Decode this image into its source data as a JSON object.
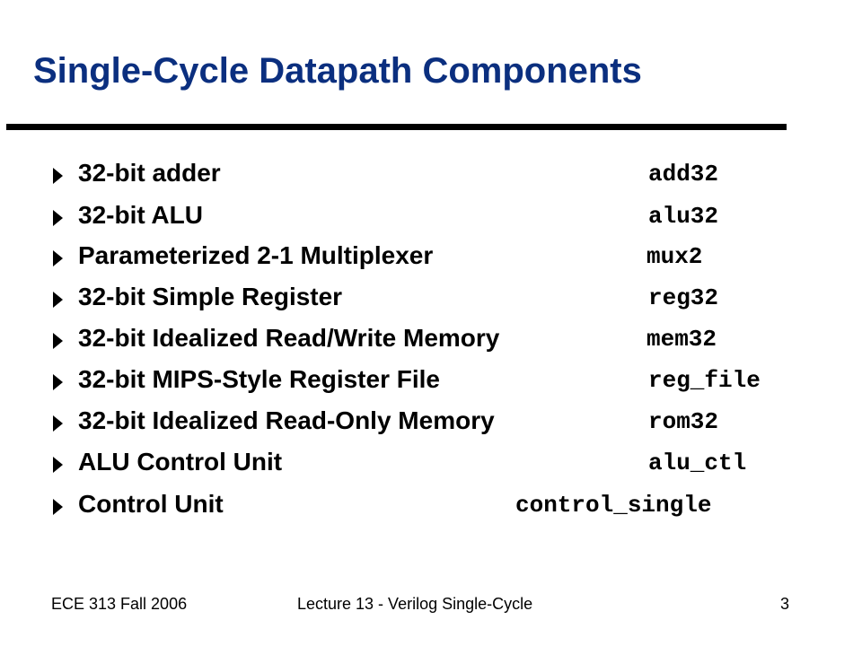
{
  "slide": {
    "title": "Single-Cycle Datapath Components",
    "bullets": [
      {
        "label": "32-bit adder",
        "code": "add32"
      },
      {
        "label": "32-bit ALU",
        "code": "alu32"
      },
      {
        "label": "Parameterized 2-1 Multiplexer",
        "code": "mux2"
      },
      {
        "label": "32-bit Simple Register",
        "code": "reg32"
      },
      {
        "label": "32-bit Idealized Read/Write Memory",
        "code": "mem32"
      },
      {
        "label": "32-bit MIPS-Style Register File",
        "code": "reg_file"
      },
      {
        "label": "32-bit Idealized Read-Only Memory",
        "code": "rom32"
      },
      {
        "label": "ALU Control Unit",
        "code": "alu_ctl"
      },
      {
        "label": "Control Unit",
        "code": "control_single"
      }
    ],
    "footer": {
      "course": "ECE 313 Fall 2006",
      "lecture": "Lecture 13 - Verilog Single-Cycle",
      "page_number": "3"
    }
  },
  "icons": {
    "bullet": "triangle-right-icon"
  },
  "colors": {
    "title": "#0b2f7f",
    "text": "#000000",
    "rule": "#000000",
    "background": "#ffffff"
  }
}
